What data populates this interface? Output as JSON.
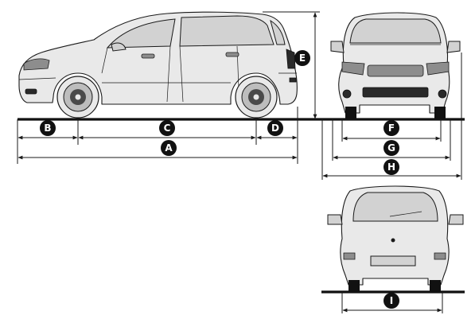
{
  "diagram": {
    "side_view_labels": [
      "B",
      "C",
      "D",
      "A",
      "E"
    ],
    "front_view_labels": [
      "F",
      "G",
      "H"
    ],
    "rear_view_labels": [
      "I"
    ]
  },
  "colors": {
    "line": "#1a1a1a",
    "body": "#e9e9e9",
    "glass": "#d2d2d2",
    "badge": "#111111",
    "badge_text": "#ffffff"
  }
}
